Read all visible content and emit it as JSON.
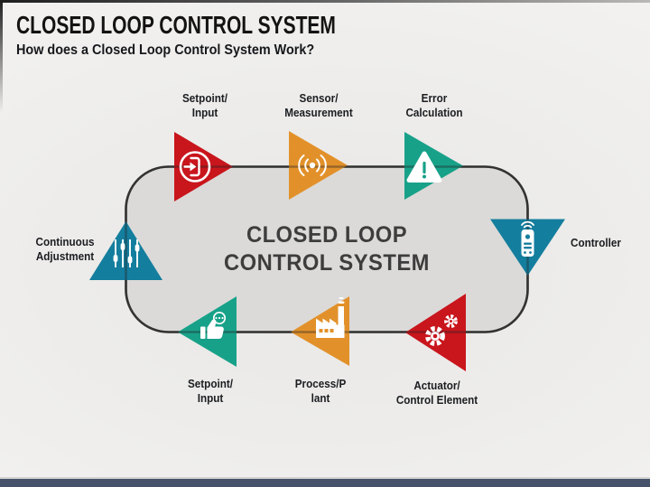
{
  "slide": {
    "title": "CLOSED LOOP CONTROL SYSTEM",
    "subtitle": "How does a Closed Loop Control System Work?"
  },
  "diagram": {
    "center_line1": "CLOSED LOOP",
    "center_line2": "CONTROL SYSTEM",
    "nodes": [
      {
        "id": "setpoint-input-top",
        "label_lines": [
          "Setpoint/",
          "Input"
        ],
        "icon": "login-icon",
        "color": "#c9151c"
      },
      {
        "id": "sensor-measurement",
        "label_lines": [
          "Sensor/",
          "Measurement"
        ],
        "icon": "signal-icon",
        "color": "#e2912a"
      },
      {
        "id": "error-calculation",
        "label_lines": [
          "Error",
          "Calculation"
        ],
        "icon": "warning-icon",
        "color": "#18a189"
      },
      {
        "id": "controller",
        "label_lines": [
          "Controller"
        ],
        "icon": "remote-icon",
        "color": "#147e9e"
      },
      {
        "id": "actuator-control-element",
        "label_lines": [
          "Actuator/",
          "Control Element"
        ],
        "icon": "gears-icon",
        "color": "#c9151c"
      },
      {
        "id": "process-plant",
        "label_lines": [
          "Process/P",
          "lant"
        ],
        "icon": "factory-icon",
        "color": "#e2912a"
      },
      {
        "id": "setpoint-input-bottom",
        "label_lines": [
          "Setpoint/",
          "Input"
        ],
        "icon": "feedback-icon",
        "color": "#18a189"
      },
      {
        "id": "continuous-adjustment",
        "label_lines": [
          "Continuous",
          "Adjustment"
        ],
        "icon": "sliders-icon",
        "color": "#147e9e"
      }
    ]
  },
  "colors": {
    "red": "#c9151c",
    "orange": "#e2912a",
    "green": "#18a189",
    "blue": "#147e9e",
    "loop_fill": "#dbdad8",
    "loop_border": "#3e3e3e",
    "footer_bar": "#46536a",
    "icon_white": "#ffffff"
  }
}
